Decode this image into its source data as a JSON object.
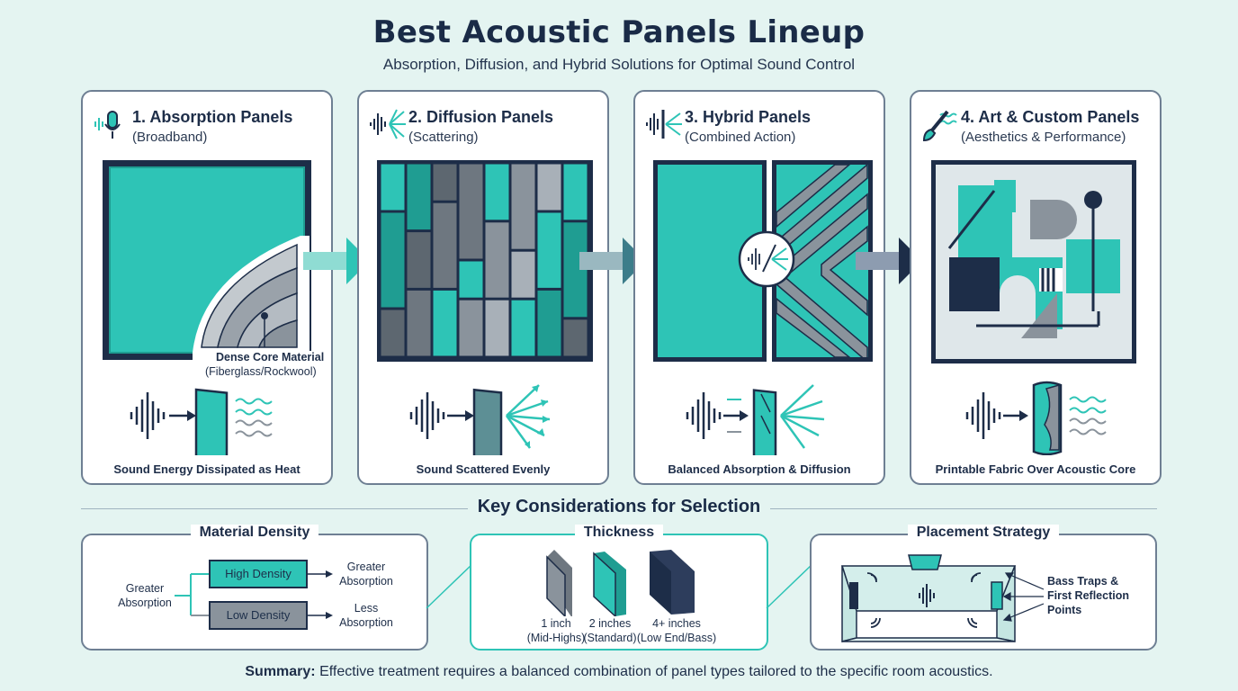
{
  "title": "Best Acoustic Panels Lineup",
  "subtitle": "Absorption, Diffusion, and Hybrid Solutions for Optimal Sound Control",
  "cards": [
    {
      "title": "1. Absorption Panels",
      "sub": "(Broadband)",
      "caption": "Sound Energy Dissipated as Heat",
      "core_label": "Dense Core Material",
      "core_sub": "(Fiberglass/Rockwool)"
    },
    {
      "title": "2. Diffusion Panels",
      "sub": "(Scattering)",
      "caption": "Sound Scattered Evenly"
    },
    {
      "title": "3. Hybrid Panels",
      "sub": "(Combined Action)",
      "caption": "Balanced Absorption & Diffusion"
    },
    {
      "title": "4. Art & Custom Panels",
      "sub": "(Aesthetics & Performance)",
      "caption": "Printable Fabric Over Acoustic Core"
    }
  ],
  "considerations": {
    "title": "Key Considerations for Selection",
    "density": {
      "title": "Material Density",
      "left_label_1": "Greater",
      "left_label_2": "Absorption",
      "high": "High Density",
      "low": "Low Density",
      "high_result_1": "Greater",
      "high_result_2": "Absorption",
      "low_result_1": "Less",
      "low_result_2": "Absorption"
    },
    "thickness": {
      "title": "Thickness",
      "items": [
        {
          "size": "1 inch",
          "note": "(Mid-Highs)"
        },
        {
          "size": "2 inches",
          "note": "(Standard)"
        },
        {
          "size": "4+ inches",
          "note": "(Low End/Bass)"
        }
      ]
    },
    "placement": {
      "title": "Placement Strategy",
      "label_1": "Bass Traps &",
      "label_2": "First Reflection",
      "label_3": "Points"
    }
  },
  "summary_lead": "Summary:",
  "summary_text": " Effective treatment requires a balanced combination of panel types tailored to the specific room acoustics.",
  "colors": {
    "teal": "#2ec4b6",
    "navy": "#1d2d48",
    "gray": "#8a939c"
  }
}
